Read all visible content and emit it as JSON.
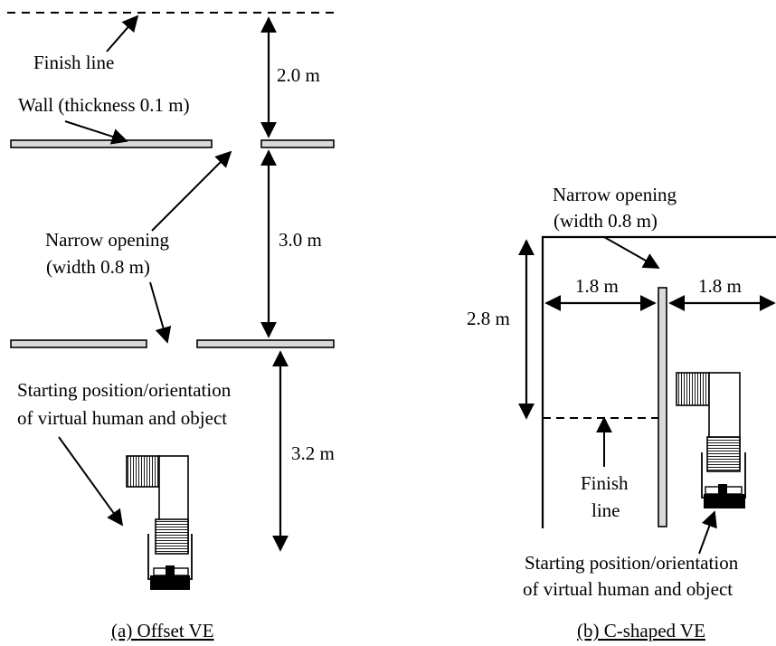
{
  "panel_a": {
    "finish_line_label": "Finish line",
    "wall_label": "Wall (thickness 0.1 m)",
    "opening_label_line1": "Narrow opening",
    "opening_label_line2": "(width 0.8 m)",
    "dim_top": "2.0 m",
    "dim_middle": "3.0 m",
    "dim_bottom": "3.2 m",
    "start_label_line1": "Starting position/orientation",
    "start_label_line2": "of virtual human and object",
    "caption": "(a) Offset VE"
  },
  "panel_b": {
    "opening_label_line1": "Narrow opening",
    "opening_label_line2": "(width 0.8 m)",
    "dim_left": "1.8 m",
    "dim_right": "1.8 m",
    "dim_height": "2.8 m",
    "finish_label_line1": "Finish",
    "finish_label_line2": "line",
    "start_label_line1": "Starting position/orientation",
    "start_label_line2": "of virtual human and object",
    "caption": "(b) C-shaped VE"
  },
  "colors": {
    "wall_fill": "#d9d9d9",
    "stroke": "#000000"
  }
}
